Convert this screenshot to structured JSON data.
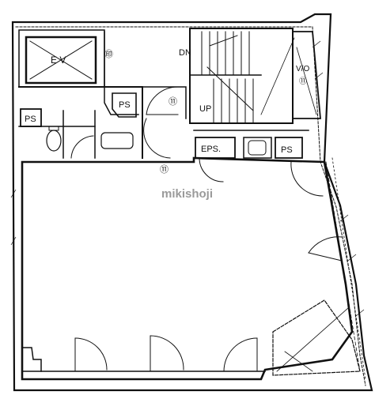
{
  "labels": {
    "ev": "E V",
    "ev_mark": "㊞",
    "dn": "DN",
    "up": "UP",
    "ps_top": "PS",
    "ps_left": "PS",
    "ps_right": "PS",
    "eps": "EPS.",
    "vo": "V/O",
    "fire_mark_1": "⑪",
    "fire_mark_2": "⑪",
    "fire_mark_3": "⑪"
  },
  "watermark": "mikishoji"
}
